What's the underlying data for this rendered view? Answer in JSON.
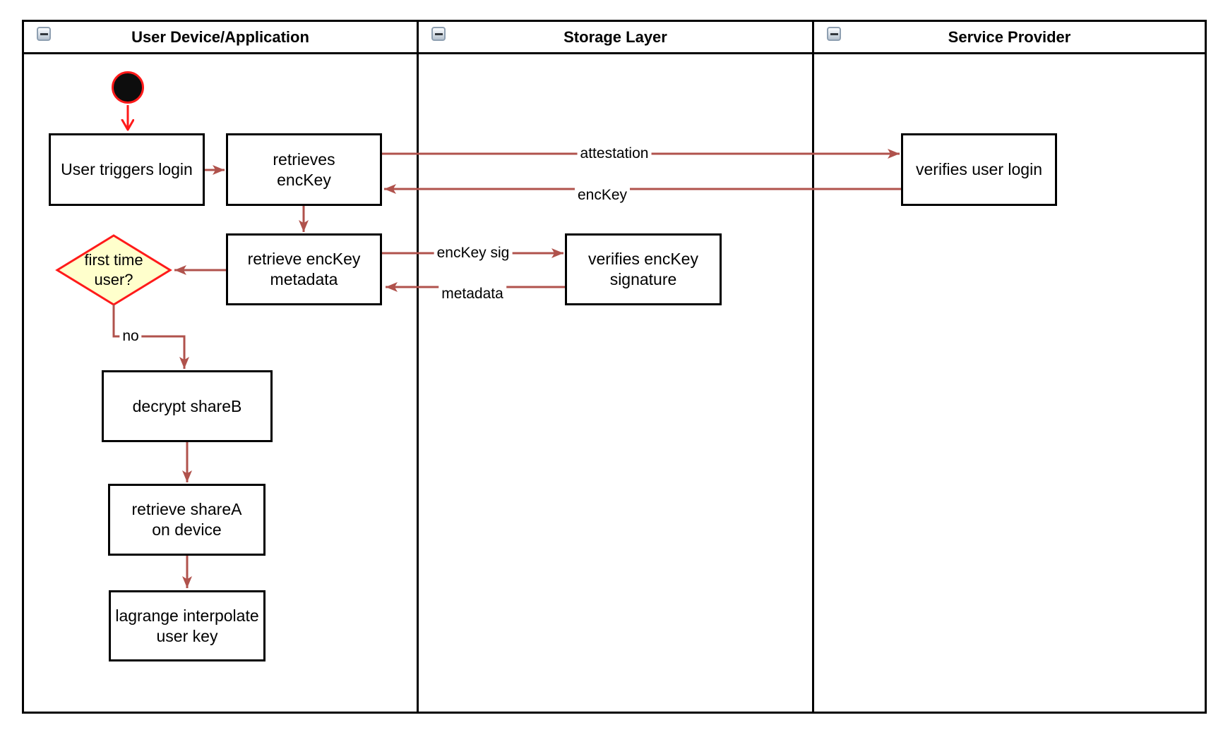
{
  "diagram": {
    "kind": "activity-diagram-with-swimlanes",
    "lanes": [
      {
        "title": "User Device/Application",
        "collapse_icon": "minus-icon"
      },
      {
        "title": "Storage Layer",
        "collapse_icon": "minus-icon"
      },
      {
        "title": "Service Provider",
        "collapse_icon": "minus-icon"
      }
    ],
    "nodes": {
      "start": {
        "shape": "initial-node-filled-circle"
      },
      "user_triggers_login": {
        "label": "User triggers login"
      },
      "retrieves_enckey": {
        "label": "retrieves\nencKey"
      },
      "verifies_user_login": {
        "label": "verifies user login"
      },
      "retrieve_enckey_metadata": {
        "label": "retrieve encKey\nmetadata"
      },
      "verifies_enckey_signature": {
        "label": "verifies encKey\nsignature"
      },
      "first_time_user": {
        "label": "first time\nuser?",
        "shape": "decision-diamond"
      },
      "decrypt_shareb": {
        "label": "decrypt shareB"
      },
      "retrieve_sharea": {
        "label": "retrieve shareA\non device"
      },
      "lagrange_interpolate": {
        "label": "lagrange interpolate\nuser key"
      }
    },
    "edge_labels": {
      "attestation": "attestation",
      "enckey": "encKey",
      "enckey_sig": "encKey sig",
      "metadata": "metadata",
      "no": "no"
    },
    "colors": {
      "edge": "#b0524c",
      "accent_red": "#ff1a1a",
      "decision_fill": "#ffffcc",
      "node_fill": "#ffffff",
      "node_border": "#000000",
      "collapse_btn_border": "#8e9fb1"
    }
  }
}
